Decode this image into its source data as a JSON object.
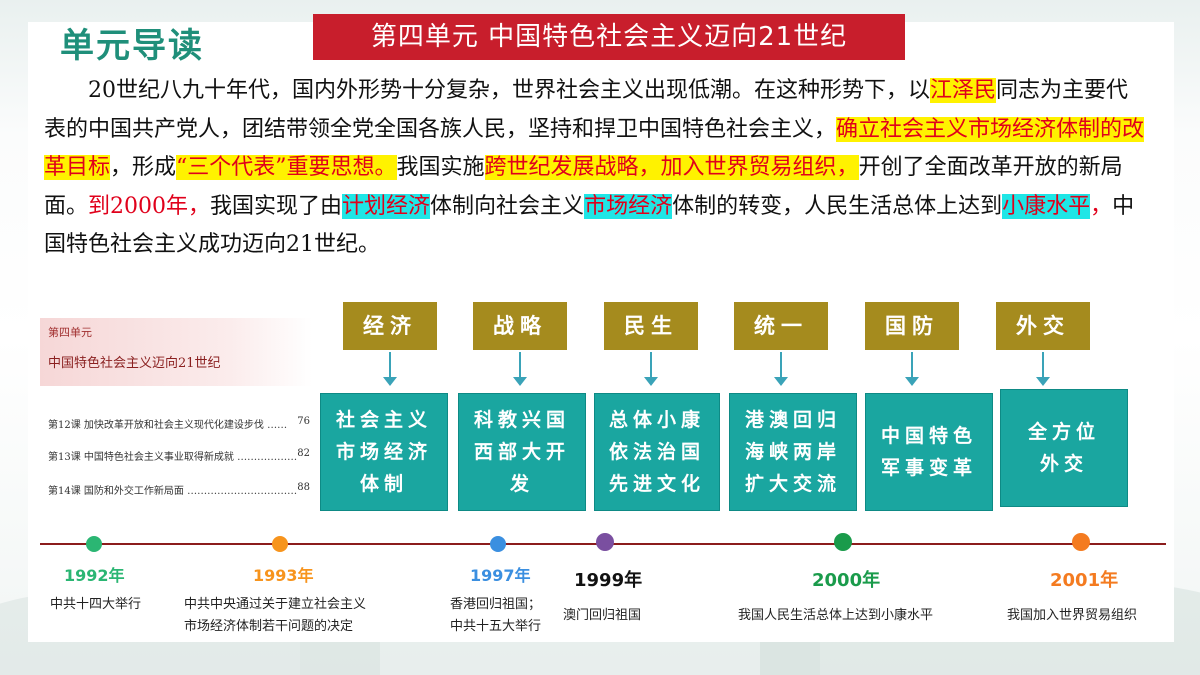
{
  "header": {
    "unit_guide": "单元导读",
    "banner": "第四单元  中国特色社会主义迈向21世纪"
  },
  "intro": {
    "t1": "20世纪八九十年代，国内外形势十分复杂，世界社会主义出现低潮。在这种形势下，以",
    "t2": "江泽民",
    "t3": "同志为主要代表的中国共产党人，团结带领全党全国各族人民，坚持和捍卫中国特色社会主义，",
    "t4": "确立社会主义市场经济体制的改革目标",
    "t5": "，形成",
    "t6": "“三个代表”重要思想。",
    "t7": "我国实施",
    "t8": "跨世纪发展战略，加入世界贸易组织，",
    "t9": "开创了全面改革开放的新局面。",
    "t10": "到2000年，",
    "t11": "我国实现了由",
    "t12": "计划经济",
    "t13": "体制向社会主义",
    "t14": "市场经济",
    "t15": "体制的转变，人民生活总体上达到",
    "t16": "小康水平",
    "t17": "，",
    "t18": "中国特色社会主义成功迈向21世纪。"
  },
  "toc": {
    "unit": "第四单元",
    "title": "中国特色社会主义迈向21世纪",
    "lessons": [
      {
        "label": "第12课  加快改革开放和社会主义现代化建设步伐  ……",
        "page": "76"
      },
      {
        "label": "第13课  中国特色社会主义事业取得新成就  ………………",
        "page": "82"
      },
      {
        "label": "第14课  国防和外交工作新局面  ……………………………",
        "page": "88"
      }
    ]
  },
  "categories": [
    {
      "label": "经济",
      "lines": [
        "社会主义",
        "市场经济",
        "体制"
      ]
    },
    {
      "label": "战略",
      "lines": [
        "科教兴国",
        "西部大开",
        "发"
      ]
    },
    {
      "label": "民生",
      "lines": [
        "总体小康",
        "依法治国",
        "先进文化"
      ]
    },
    {
      "label": "统一",
      "lines": [
        "港澳回归",
        "海峡两岸",
        "扩大交流"
      ]
    },
    {
      "label": "国防",
      "lines": [
        "中国特色",
        "军事变革"
      ]
    },
    {
      "label": "外交",
      "lines": [
        "全方位",
        "外交"
      ]
    }
  ],
  "timeline": [
    {
      "year": "1992年",
      "color": "#2bb673",
      "event": [
        "中共十四大举行"
      ]
    },
    {
      "year": "1993年",
      "color": "#f7941d",
      "event": [
        "中共中央通过关于建立社会主义",
        "市场经济体制若干问题的决定"
      ]
    },
    {
      "year": "1997年",
      "color": "#3b8fe0",
      "event": [
        "香港回归祖国；",
        "中共十五大举行"
      ]
    },
    {
      "year": "1999年",
      "color": "#7a4fa0",
      "event": [
        "澳门回归祖国"
      ]
    },
    {
      "year": "2000年",
      "color": "#1a9b4b",
      "event": [
        "我国人民生活总体上达到小康水平"
      ]
    },
    {
      "year": "2001年",
      "color": "#f47b20",
      "event": [
        "我国加入世界贸易组织"
      ]
    }
  ],
  "colors": {
    "banner": "#c81e2c",
    "teal": "#1aa6a0",
    "gold": "#a58b1e",
    "accent_green": "#1f8f7a"
  }
}
